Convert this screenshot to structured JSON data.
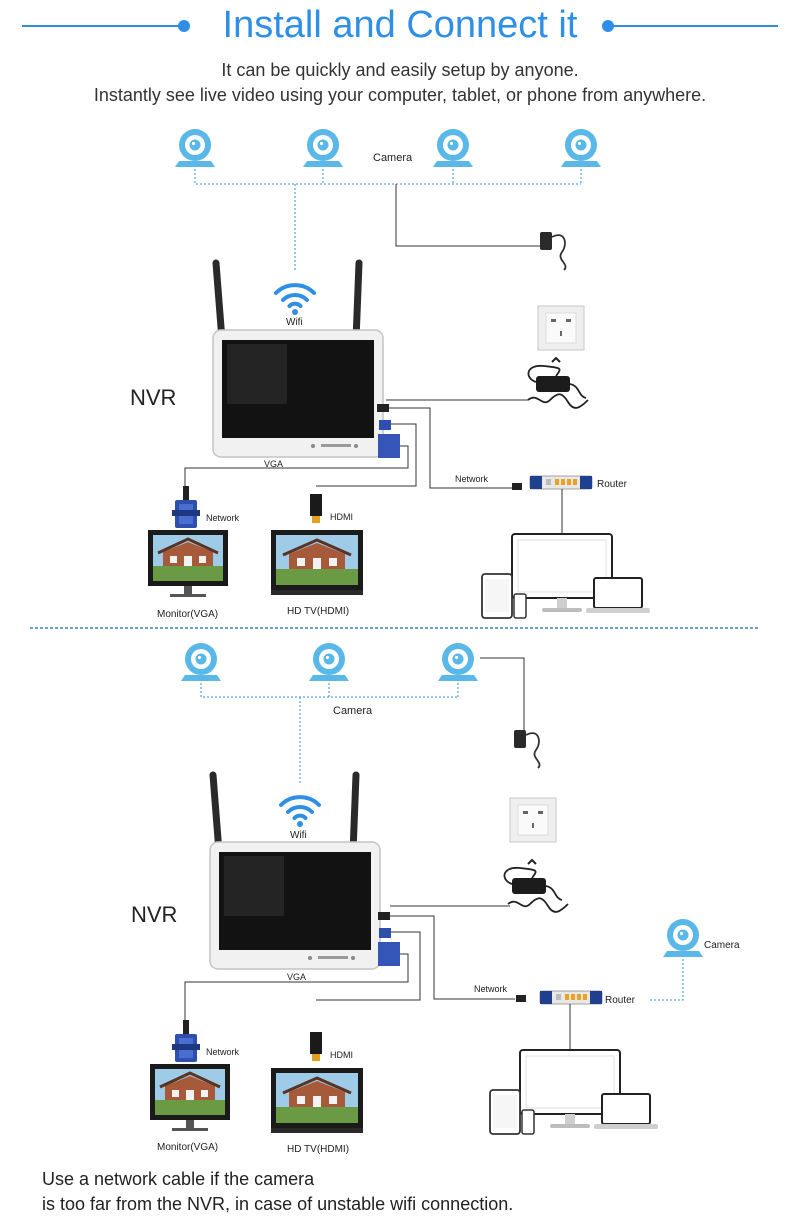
{
  "header": {
    "title": "Install and Connect it",
    "subtitle_line1": "It can be quickly and easily setup by anyone.",
    "subtitle_line2": "Instantly see live video using your computer, tablet, or phone from anywhere."
  },
  "colors": {
    "accent": "#2f8fe6",
    "camera": "#5ab8e8",
    "link": "#3a8fd6",
    "wire": "#333333"
  },
  "labels": {
    "camera": "Camera",
    "wifi": "Wifi",
    "nvr": "NVR",
    "vga": "VGA",
    "network": "Network",
    "hdmi": "HDMI",
    "router": "Router",
    "monitor_vga": "Monitor(VGA)",
    "hd_tv_hdmi": "HD TV(HDMI)"
  },
  "footer": {
    "note_line1": "Use a network cable if the camera",
    "note_line2": "is too far from the NVR, in case of unstable wifi connection."
  }
}
